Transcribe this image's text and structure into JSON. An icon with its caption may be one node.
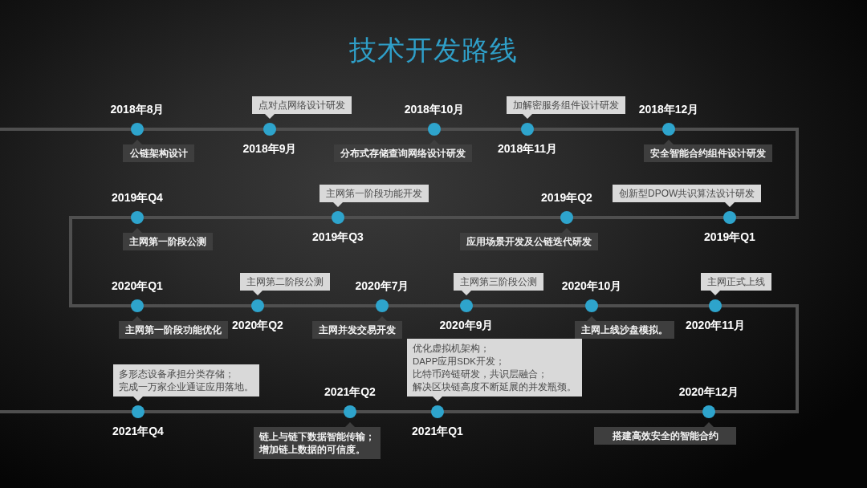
{
  "diagram": {
    "title": "技术开发路线",
    "nodes": [
      {
        "text": [
          "公链架构设计"
        ]
      },
      {
        "text": [
          "点对点网络设计研发"
        ]
      },
      {
        "text": [
          "分布式存储查询网络设计研发"
        ]
      },
      {
        "text": [
          "加解密服务组件设计研发"
        ]
      },
      {
        "text": [
          "安全智能合约组件设计研发"
        ]
      },
      {
        "text": [
          "创新型DPOW共识算法设计研发"
        ]
      },
      {
        "text": [
          "应用场景开发及公链迭代研发"
        ]
      },
      {
        "text": [
          "主网第一阶段功能开发"
        ]
      },
      {
        "text": [
          "主网第一阶段公测"
        ]
      },
      {
        "text": [
          "主网第一阶段功能优化"
        ]
      },
      {
        "text": [
          "主网第二阶段公测"
        ]
      },
      {
        "text": [
          "主网并发交易开发"
        ]
      },
      {
        "text": [
          "主网第三阶段公测"
        ]
      },
      {
        "text": [
          "主网上线沙盘模拟。"
        ]
      },
      {
        "text": [
          "主网正式上线"
        ]
      },
      {
        "text": [
          "搭建高效安全的智能合约"
        ]
      },
      {
        "text": [
          "优化虚拟机架构；DAPP应用SDK开发；比特币跨链研发，共识层融合；解决区块链高度不断延展的并发瓶颈。"
        ]
      },
      {
        "text": [
          "链上与链下数据智能传输；增加链上数据的可信度。"
        ]
      },
      {
        "text": [
          "多形态设备承担分类存储；完成一万家企业通证应用落地。"
        ]
      }
    ],
    "labels": [
      "2018年8月",
      "2018年9月",
      "2018年10月",
      "2018年11月",
      "2018年12月",
      "2019年Q1",
      "2019年Q2",
      "2019年Q3",
      "2019年Q4",
      "2020年Q1",
      "2020年Q2",
      "2020年7月",
      "2020年9月",
      "2020年10月",
      "2020年11月",
      "2020年12月",
      "2021年Q1",
      "2021年Q2",
      "2021年Q4"
    ]
  }
}
